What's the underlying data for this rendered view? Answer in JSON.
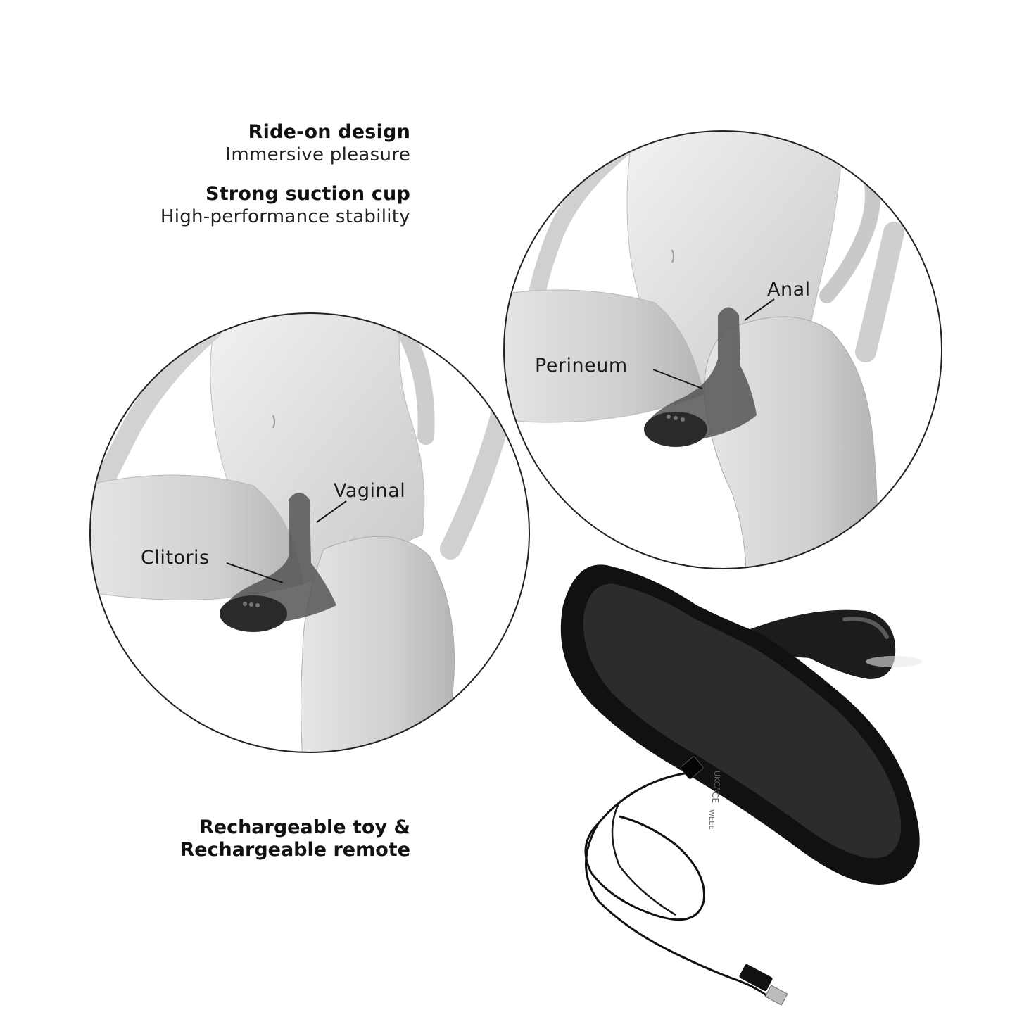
{
  "features": [
    {
      "title": "Ride-on design",
      "subtitle": "Immersive pleasure"
    },
    {
      "title": "Strong suction cup",
      "subtitle": "High-performance stability"
    }
  ],
  "recharge": {
    "line1": "Rechargeable toy &",
    "line2": "Rechargeable remote"
  },
  "callouts": {
    "anal": "Anal",
    "perineum": "Perineum",
    "vaginal": "Vaginal",
    "clitoris": "Clitoris"
  },
  "device_markings": [
    "UKCA",
    "CE",
    "WEEE"
  ],
  "colors": {
    "text": "#111111",
    "line": "#1a1a1a",
    "device": "#1e1e1e",
    "figure": "#d9d9d9"
  }
}
